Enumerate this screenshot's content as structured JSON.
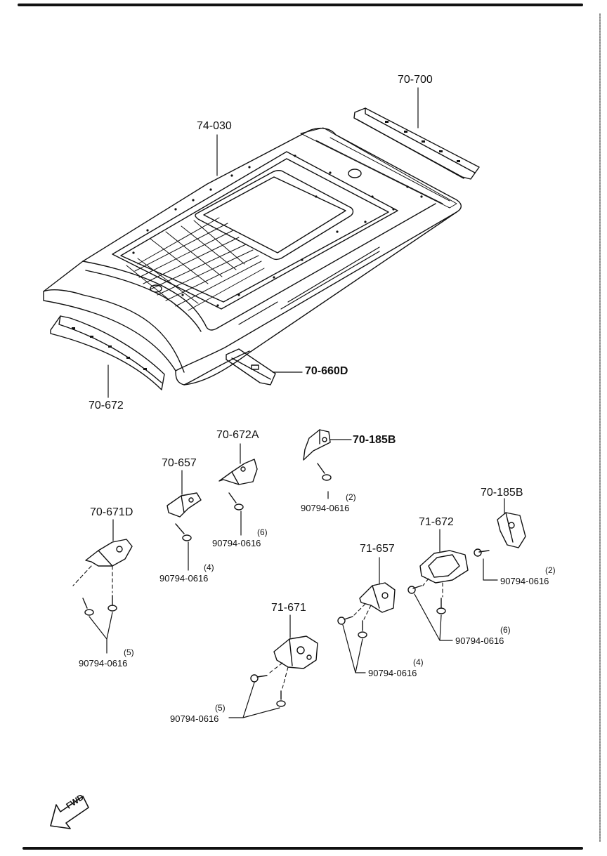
{
  "parts": {
    "roof_panel": "74-030",
    "rear_rail": "70-700",
    "front_rail": "70-672",
    "roof_bow": "70-660D",
    "bracket_672a": "70-672A",
    "bracket_657": "70-657",
    "bracket_671d": "70-671D",
    "bracket_185b_left": "70-185B",
    "bracket_185b_right": "70-185B",
    "bracket_71_672": "71-672",
    "bracket_71_657": "71-657",
    "bracket_71_671": "71-671"
  },
  "fasteners": [
    {
      "part_no": "90794-0616",
      "qty": "(2)"
    },
    {
      "part_no": "90794-0616",
      "qty": "(6)"
    },
    {
      "part_no": "90794-0616",
      "qty": "(4)"
    },
    {
      "part_no": "90794-0616",
      "qty": "(5)"
    },
    {
      "part_no": "90794-0616",
      "qty": "(2)"
    },
    {
      "part_no": "90794-0616",
      "qty": "(6)"
    },
    {
      "part_no": "90794-0616",
      "qty": "(4)"
    },
    {
      "part_no": "90794-0616",
      "qty": "(5)"
    }
  ],
  "fwd_label": "FWD"
}
